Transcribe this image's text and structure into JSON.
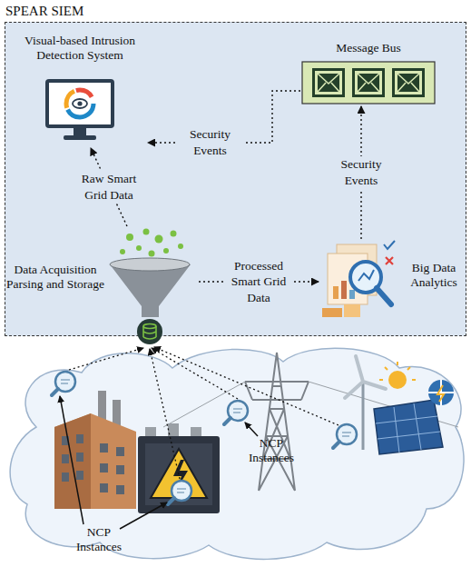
{
  "diagram": {
    "nodes": [
      {
        "text": [
          "SPEAR SIEM"
        ]
      },
      {
        "text": [
          "Visual-based Intrusion Detection System"
        ],
        "in": 0
      },
      {
        "text": [
          "Message Bus"
        ],
        "in": 0
      },
      {
        "text": [
          "Data Acquisition Parsing and Storage"
        ],
        "in": 0
      },
      {
        "text": [
          "Big Data Analytics"
        ],
        "in": 0
      }
    ],
    "edges": [
      {
        "from": 2,
        "to": 1,
        "label": "Security Events",
        "arrow": "to"
      },
      {
        "from": 3,
        "to": 1,
        "label": "Raw Smart Grid Data",
        "arrow": "to"
      },
      {
        "from": 3,
        "to": 4,
        "label": "Processed Smart Grid Data",
        "arrow": "to"
      },
      {
        "from": 4,
        "to": 2,
        "label": "Security Events",
        "arrow": "to"
      }
    ],
    "labels": [
      "NCP Instances",
      "NCP Instances"
    ]
  }
}
